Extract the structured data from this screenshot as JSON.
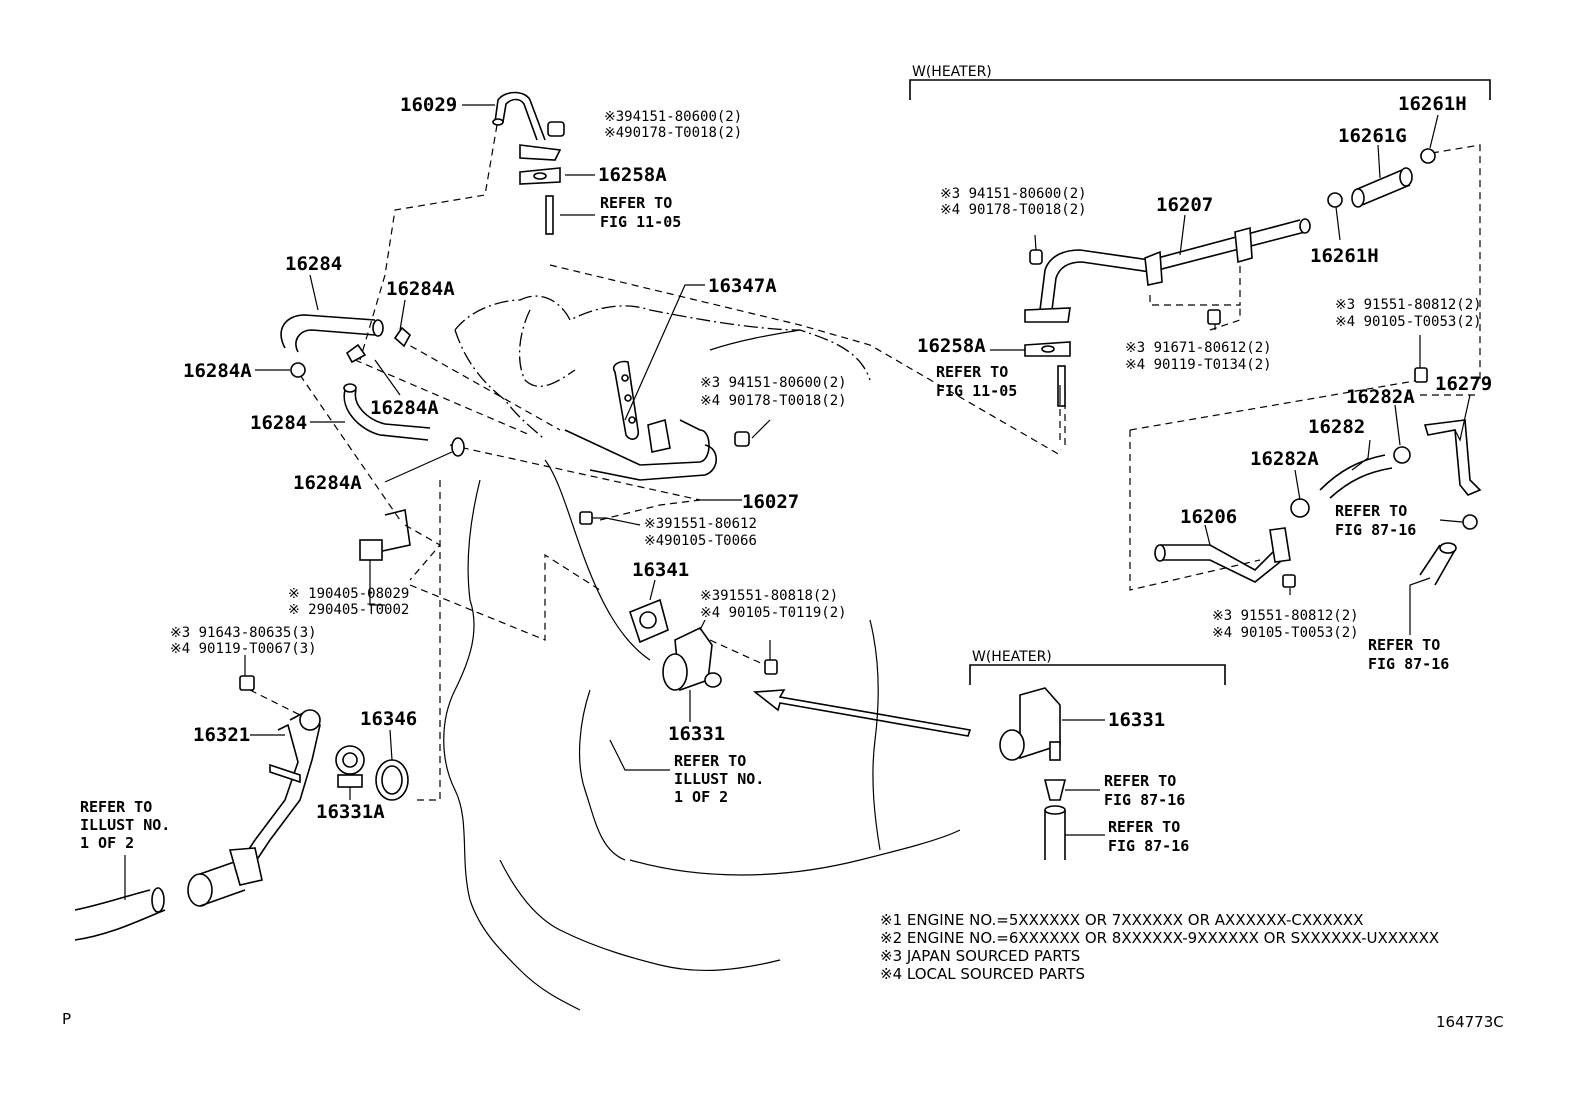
{
  "diagram": {
    "sections": {
      "heater_top": "W(HEATER)",
      "heater_mid": "W(HEATER)"
    },
    "part_numbers": {
      "p16029": "16029",
      "p16258A_top": "16258A",
      "p16284_top": "16284",
      "p16284A_a": "16284A",
      "p16284A_b": "16284A",
      "p16284A_c": "16284A",
      "p16284A_d": "16284A",
      "p16284_mid": "16284",
      "p16347A": "16347A",
      "p16027": "16027",
      "p16341": "16341",
      "p16321": "16321",
      "p16346": "16346",
      "p16331A": "16331A",
      "p16331_main": "16331",
      "p16331_heater": "16331",
      "p16207": "16207",
      "p16261H_a": "16261H",
      "p16261G": "16261G",
      "p16261H_b": "16261H",
      "p16258A_right": "16258A",
      "p16279": "16279",
      "p16282A_a": "16282A",
      "p16282": "16282",
      "p16282A_b": "16282A",
      "p16206": "16206"
    },
    "fasteners": {
      "f1a": "※394151-80600(2)",
      "f1b": "※490178-T0018(2)",
      "f2a": "※3 94151-80600(2)",
      "f2b": "※4 90178-T0018(2)",
      "f3a": "※391551-80612",
      "f3b": "※490105-T0066",
      "f4a": "※ 190405-08029",
      "f4b": "※ 290405-T0002",
      "f5a": "※3 91643-80635(3)",
      "f5b": "※4 90119-T0067(3)",
      "f6a": "※391551-80818(2)",
      "f6b": "※4 90105-T0119(2)",
      "f7a": "※3 94151-80600(2)",
      "f7b": "※4 90178-T0018(2)",
      "f8a": "※3 91671-80612(2)",
      "f8b": "※4 90119-T0134(2)",
      "f9a": "※3 91551-80812(2)",
      "f9b": "※4 90105-T0053(2)",
      "f10a": "※3 91551-80812(2)",
      "f10b": "※4 90105-T0053(2)"
    },
    "references": {
      "r1a": "REFER TO",
      "r1b": "FIG 11-05",
      "r2a": "REFER TO",
      "r2b": "FIG 11-05",
      "r3a": "REFER TO",
      "r3b": "ILLUST NO.",
      "r3c": "1 OF 2",
      "r4a": "REFER TO",
      "r4b": "ILLUST NO.",
      "r4c": "1 OF 2",
      "r5a": "REFER TO",
      "r5b": "FIG 87-16",
      "r6a": "REFER TO",
      "r6b": "FIG 87-16",
      "r7a": "REFER TO",
      "r7b": "FIG 87-16",
      "r8a": "REFER TO",
      "r8b": "FIG 87-16"
    },
    "notes": [
      "※1 ENGINE NO.=5XXXXXX OR 7XXXXXX OR AXXXXXX-CXXXXXX",
      "※2 ENGINE NO.=6XXXXXX OR 8XXXXXX-9XXXXXX OR SXXXXXX-UXXXXXX",
      "※3 JAPAN SOURCED PARTS",
      "※4 LOCAL SOURCED PARTS"
    ],
    "corner_left": "P",
    "figure_code": "164773C"
  }
}
